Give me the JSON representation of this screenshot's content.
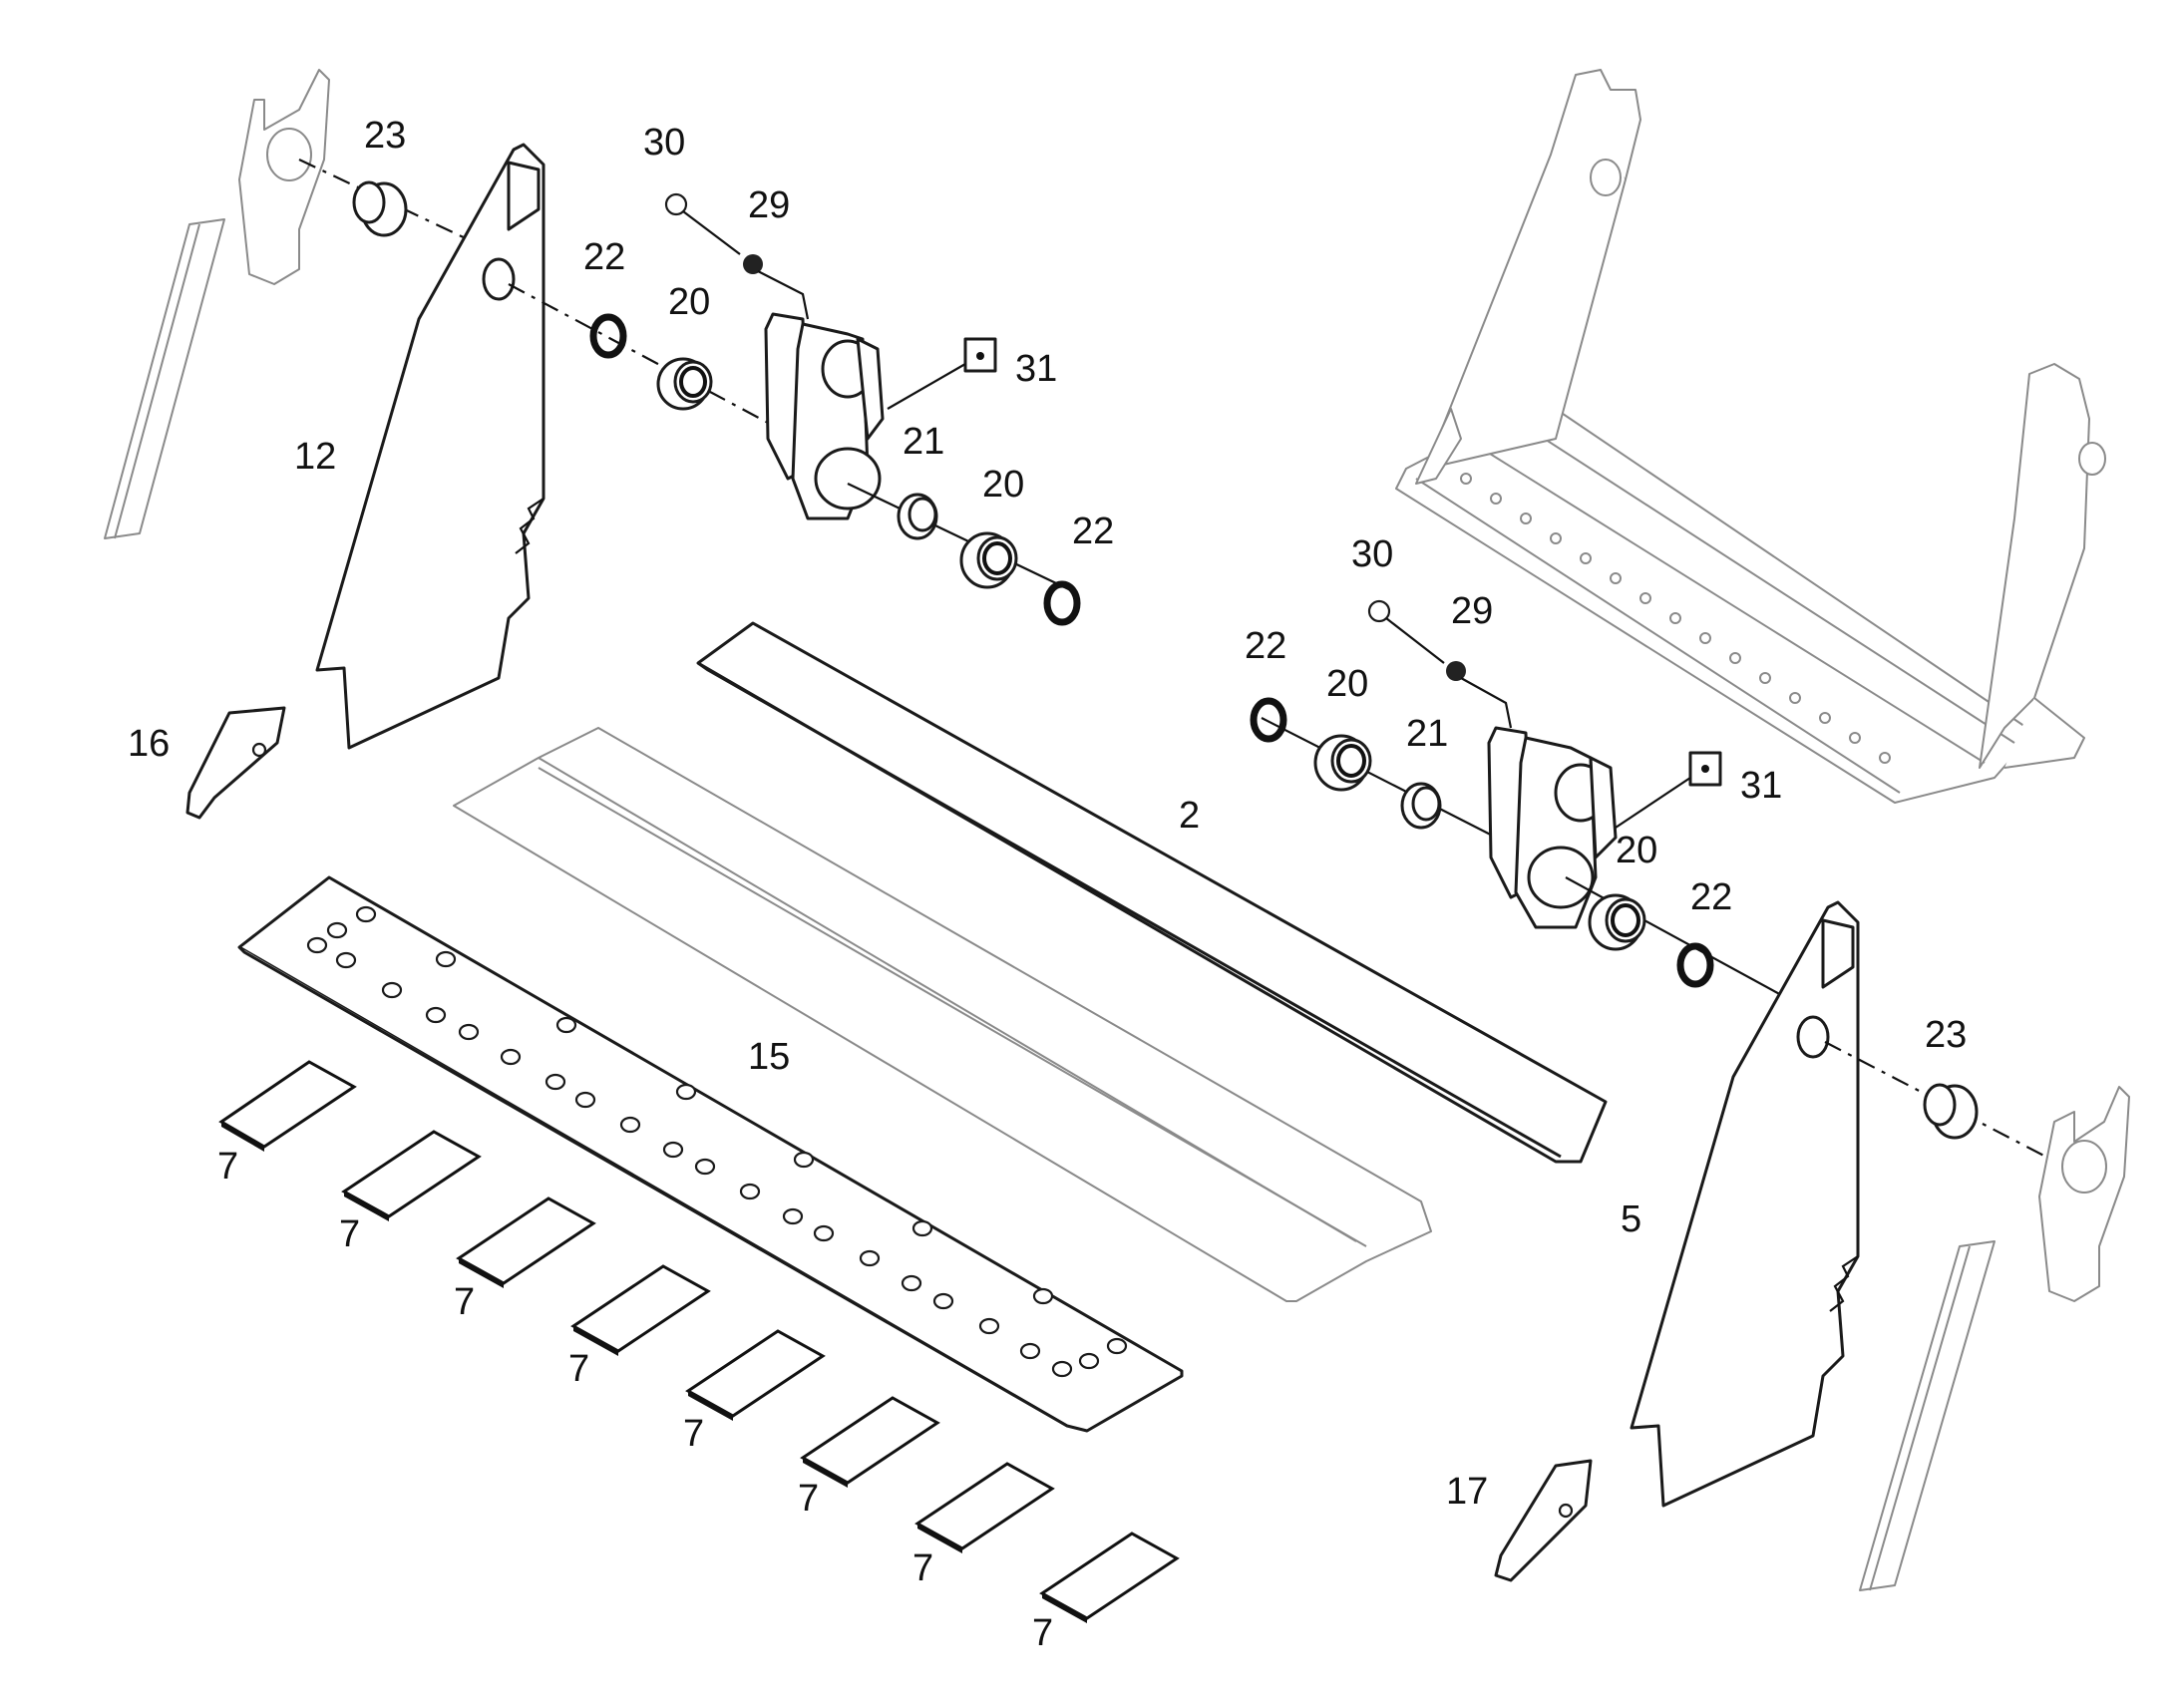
{
  "diagram": {
    "callouts": {
      "c23_left": "23",
      "c30_left": "30",
      "c29_left": "29",
      "c22_left_top": "22",
      "c20_left_top": "20",
      "c31_left": "31",
      "c12": "12",
      "c21_left": "21",
      "c20_left_bottom": "20",
      "c22_left_bottom": "22",
      "c16": "16",
      "c30_right": "30",
      "c29_right": "29",
      "c22_right_top": "22",
      "c20_right_top": "20",
      "c21_right": "21",
      "c31_right": "31",
      "c2": "2",
      "c20_right_bottom": "20",
      "c22_right_bottom": "22",
      "c23_right": "23",
      "c15": "15",
      "c5": "5",
      "c17": "17",
      "c7_1": "7",
      "c7_2": "7",
      "c7_3": "7",
      "c7_4": "7",
      "c7_5": "7",
      "c7_6": "7",
      "c7_7": "7",
      "c7_8": "7"
    }
  }
}
